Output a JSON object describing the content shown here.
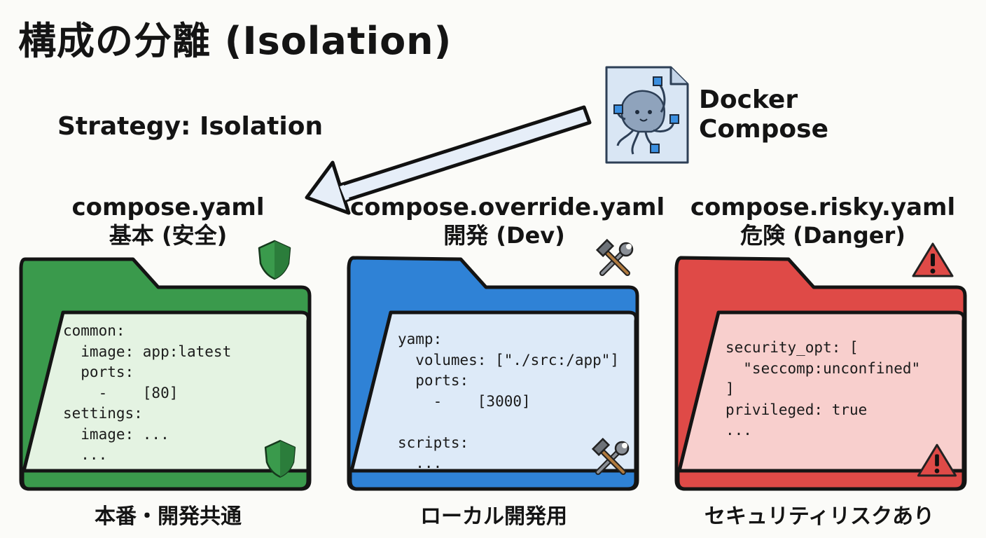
{
  "title": "構成の分離 (Isolation)",
  "strategy_label": "Strategy: Isolation",
  "source": {
    "name_line1": "Docker",
    "name_line2": "Compose",
    "icon": "octopus-document-icon"
  },
  "files": [
    {
      "filename": "compose.yaml",
      "description": "基本 (安全)",
      "caption": "本番・開発共通",
      "badge_icon": "shield-icon",
      "folder_color": "#3a9a4c",
      "sheet_color": "#e4f3e2",
      "code": [
        "common:",
        "  image: app:latest",
        "  ports:",
        "    -    [80]",
        "settings:",
        "  image: ...",
        "  ..."
      ]
    },
    {
      "filename": "compose.override.yaml",
      "description": "開発 (Dev)",
      "caption": "ローカル開発用",
      "badge_icon": "hammer-wrench-icon",
      "folder_color": "#2f82d6",
      "sheet_color": "#ddeaf8",
      "code": [
        "yamp:",
        "  volumes: [\"./src:/app\"]",
        "  ports:",
        "    -    [3000]",
        "",
        "scripts:",
        "  ..."
      ]
    },
    {
      "filename": "compose.risky.yaml",
      "description": "危険 (Danger)",
      "caption": "セキュリティリスクあり",
      "badge_icon": "warning-icon",
      "folder_color": "#df4a47",
      "sheet_color": "#f8cfcd",
      "code": [
        "security_opt: [",
        "  \"seccomp:unconfined\"",
        "]",
        "privileged: true",
        "..."
      ]
    }
  ]
}
